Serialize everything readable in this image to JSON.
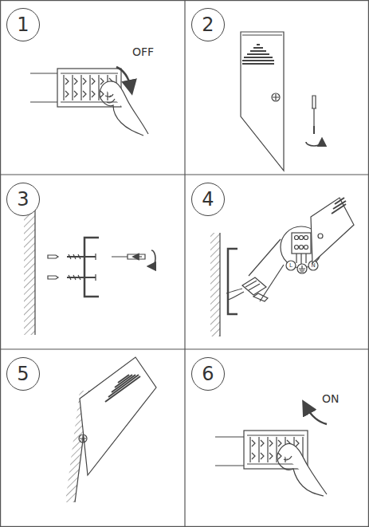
{
  "diagram": {
    "nodes": [
      {
        "text": [
          "1"
        ]
      },
      {
        "text": [
          "2"
        ]
      },
      {
        "text": [
          "3"
        ]
      },
      {
        "text": [
          "4"
        ]
      },
      {
        "text": [
          "5"
        ]
      },
      {
        "text": [
          "6"
        ]
      }
    ],
    "labels": [
      "OFF",
      "ON",
      "L",
      "N"
    ]
  }
}
